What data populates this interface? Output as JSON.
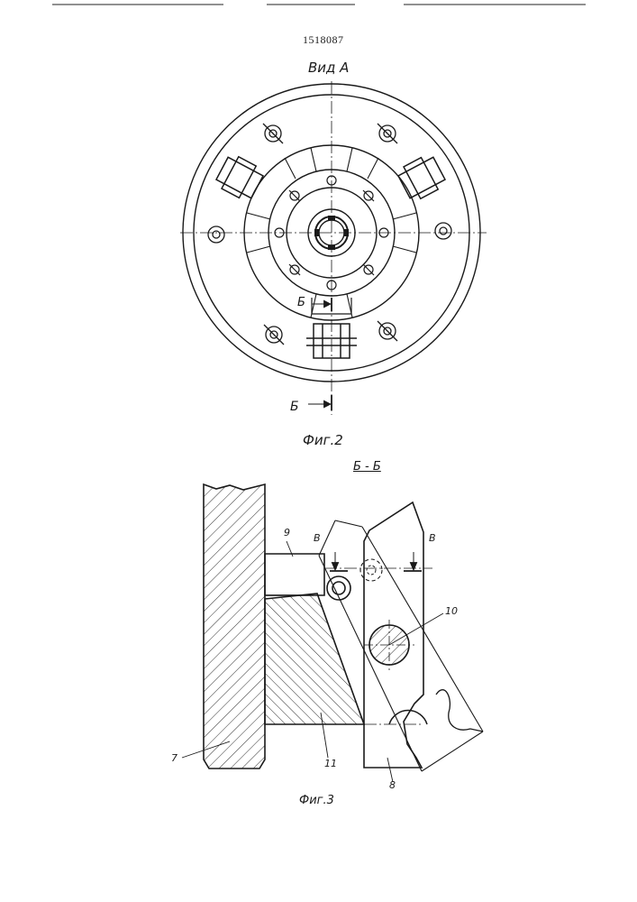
{
  "header": {
    "patent_number": "1518087"
  },
  "figure2": {
    "view_title": "Вид А",
    "section_marker_top": "Б",
    "section_marker_bottom": "Б",
    "caption": "Фиг.2"
  },
  "figure3": {
    "section_title": "Б - Б",
    "caption": "Фиг.3",
    "labels": {
      "part7": "7",
      "part8": "8",
      "part9": "9",
      "part10": "10",
      "part11": "11",
      "view_left": "В",
      "view_right": "В"
    }
  }
}
